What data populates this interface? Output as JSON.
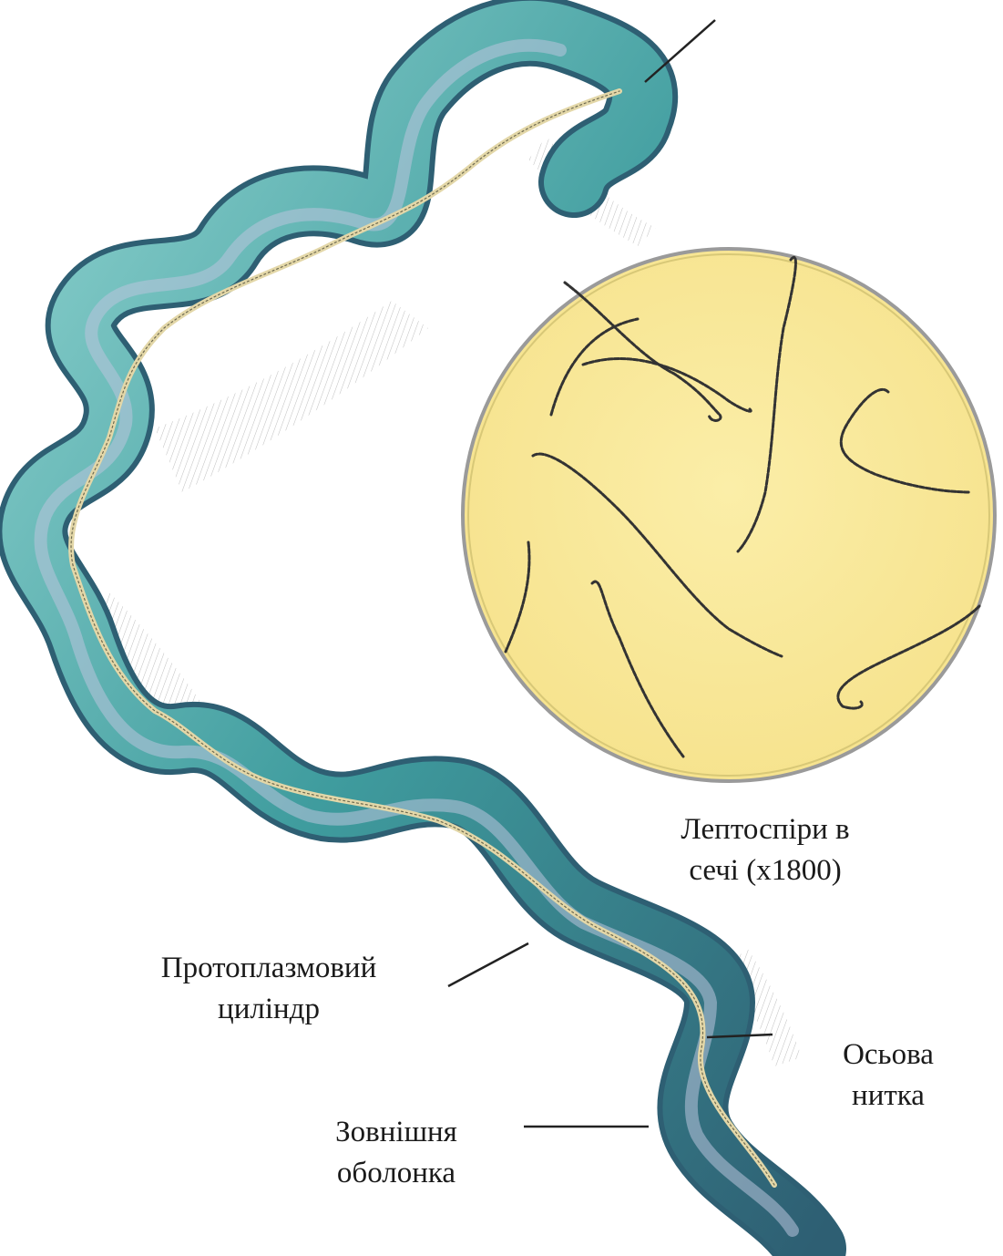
{
  "labels": {
    "micrograph_caption": {
      "line1": "Лептоспіри в",
      "line2": "сечі (х1800)"
    },
    "protoplasmic_cylinder": {
      "line1": "Протоплазмовий",
      "line2": "циліндр"
    },
    "axial_filament": {
      "line1": "Осьова",
      "line2": "нитка"
    },
    "outer_sheath": {
      "line1": "Зовнішня",
      "line2": "оболонка"
    }
  },
  "colors": {
    "cell_body": "#3f9c9e",
    "cell_body_light": "#8fd3cf",
    "cell_body_dark": "#2e5f73",
    "axial_filament": "#e3d7a8",
    "micrograph_background": "#f8e79a",
    "micrograph_border": "#9a9a9a",
    "leptospira_in_micrograph": "#333333",
    "leader_lines": "#222222"
  }
}
